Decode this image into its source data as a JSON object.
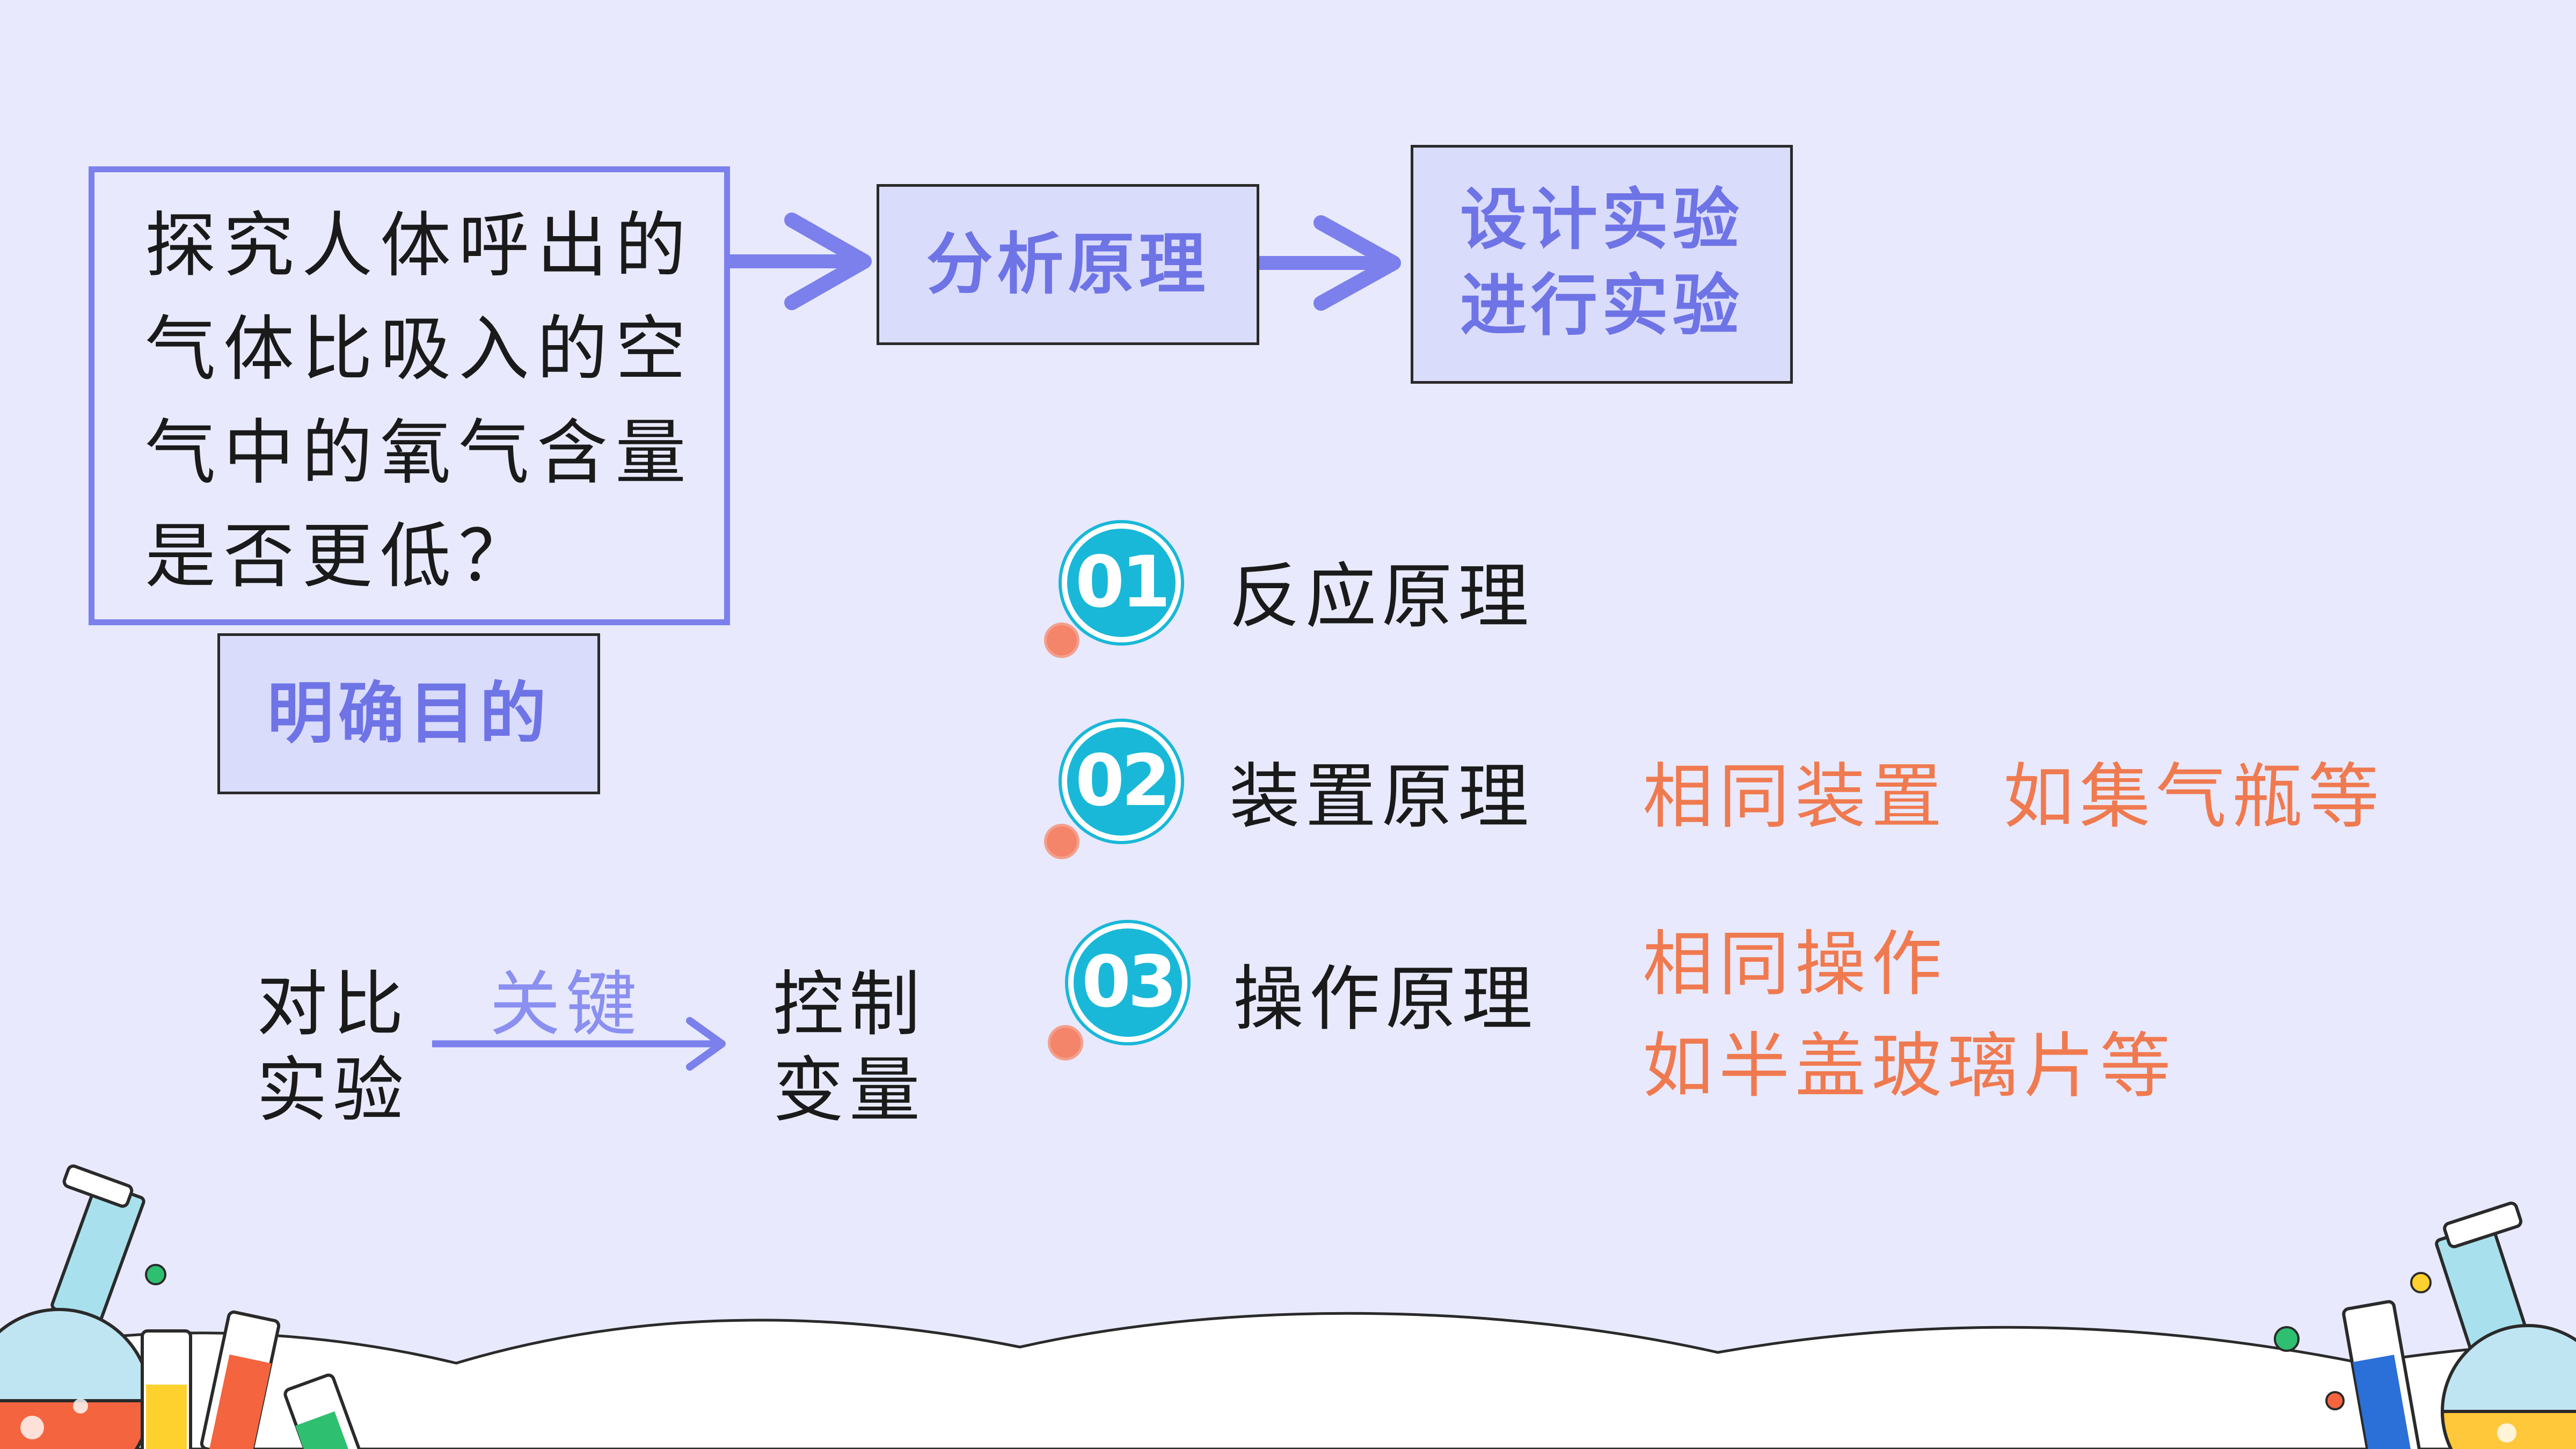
{
  "flow": {
    "question_lines": [
      "探究人体呼出的",
      "气体比吸入的空",
      "气中的氧气含量",
      "是否更低？"
    ],
    "purpose_label": "明确目的",
    "analyze_label": "分析原理",
    "design_lines": [
      "设计实验",
      "进行实验"
    ]
  },
  "principles": [
    {
      "number": "01",
      "label": "反应原理"
    },
    {
      "number": "02",
      "label": "装置原理",
      "note": "相同装置  如集气瓶等"
    },
    {
      "number": "03",
      "label": "操作原理",
      "note_lines": [
        "相同操作",
        "如半盖玻璃片等"
      ]
    }
  ],
  "control": {
    "left_lines": [
      "对比",
      "实验"
    ],
    "key_label": "关键",
    "right_lines": [
      "控制",
      "变量"
    ]
  },
  "colors": {
    "background": "#e8e9fd",
    "box_fill": "#dadcfb",
    "accent_blue": "#6e74e6",
    "badge_cyan": "#19b8d8",
    "note_orange": "#f07a50"
  }
}
